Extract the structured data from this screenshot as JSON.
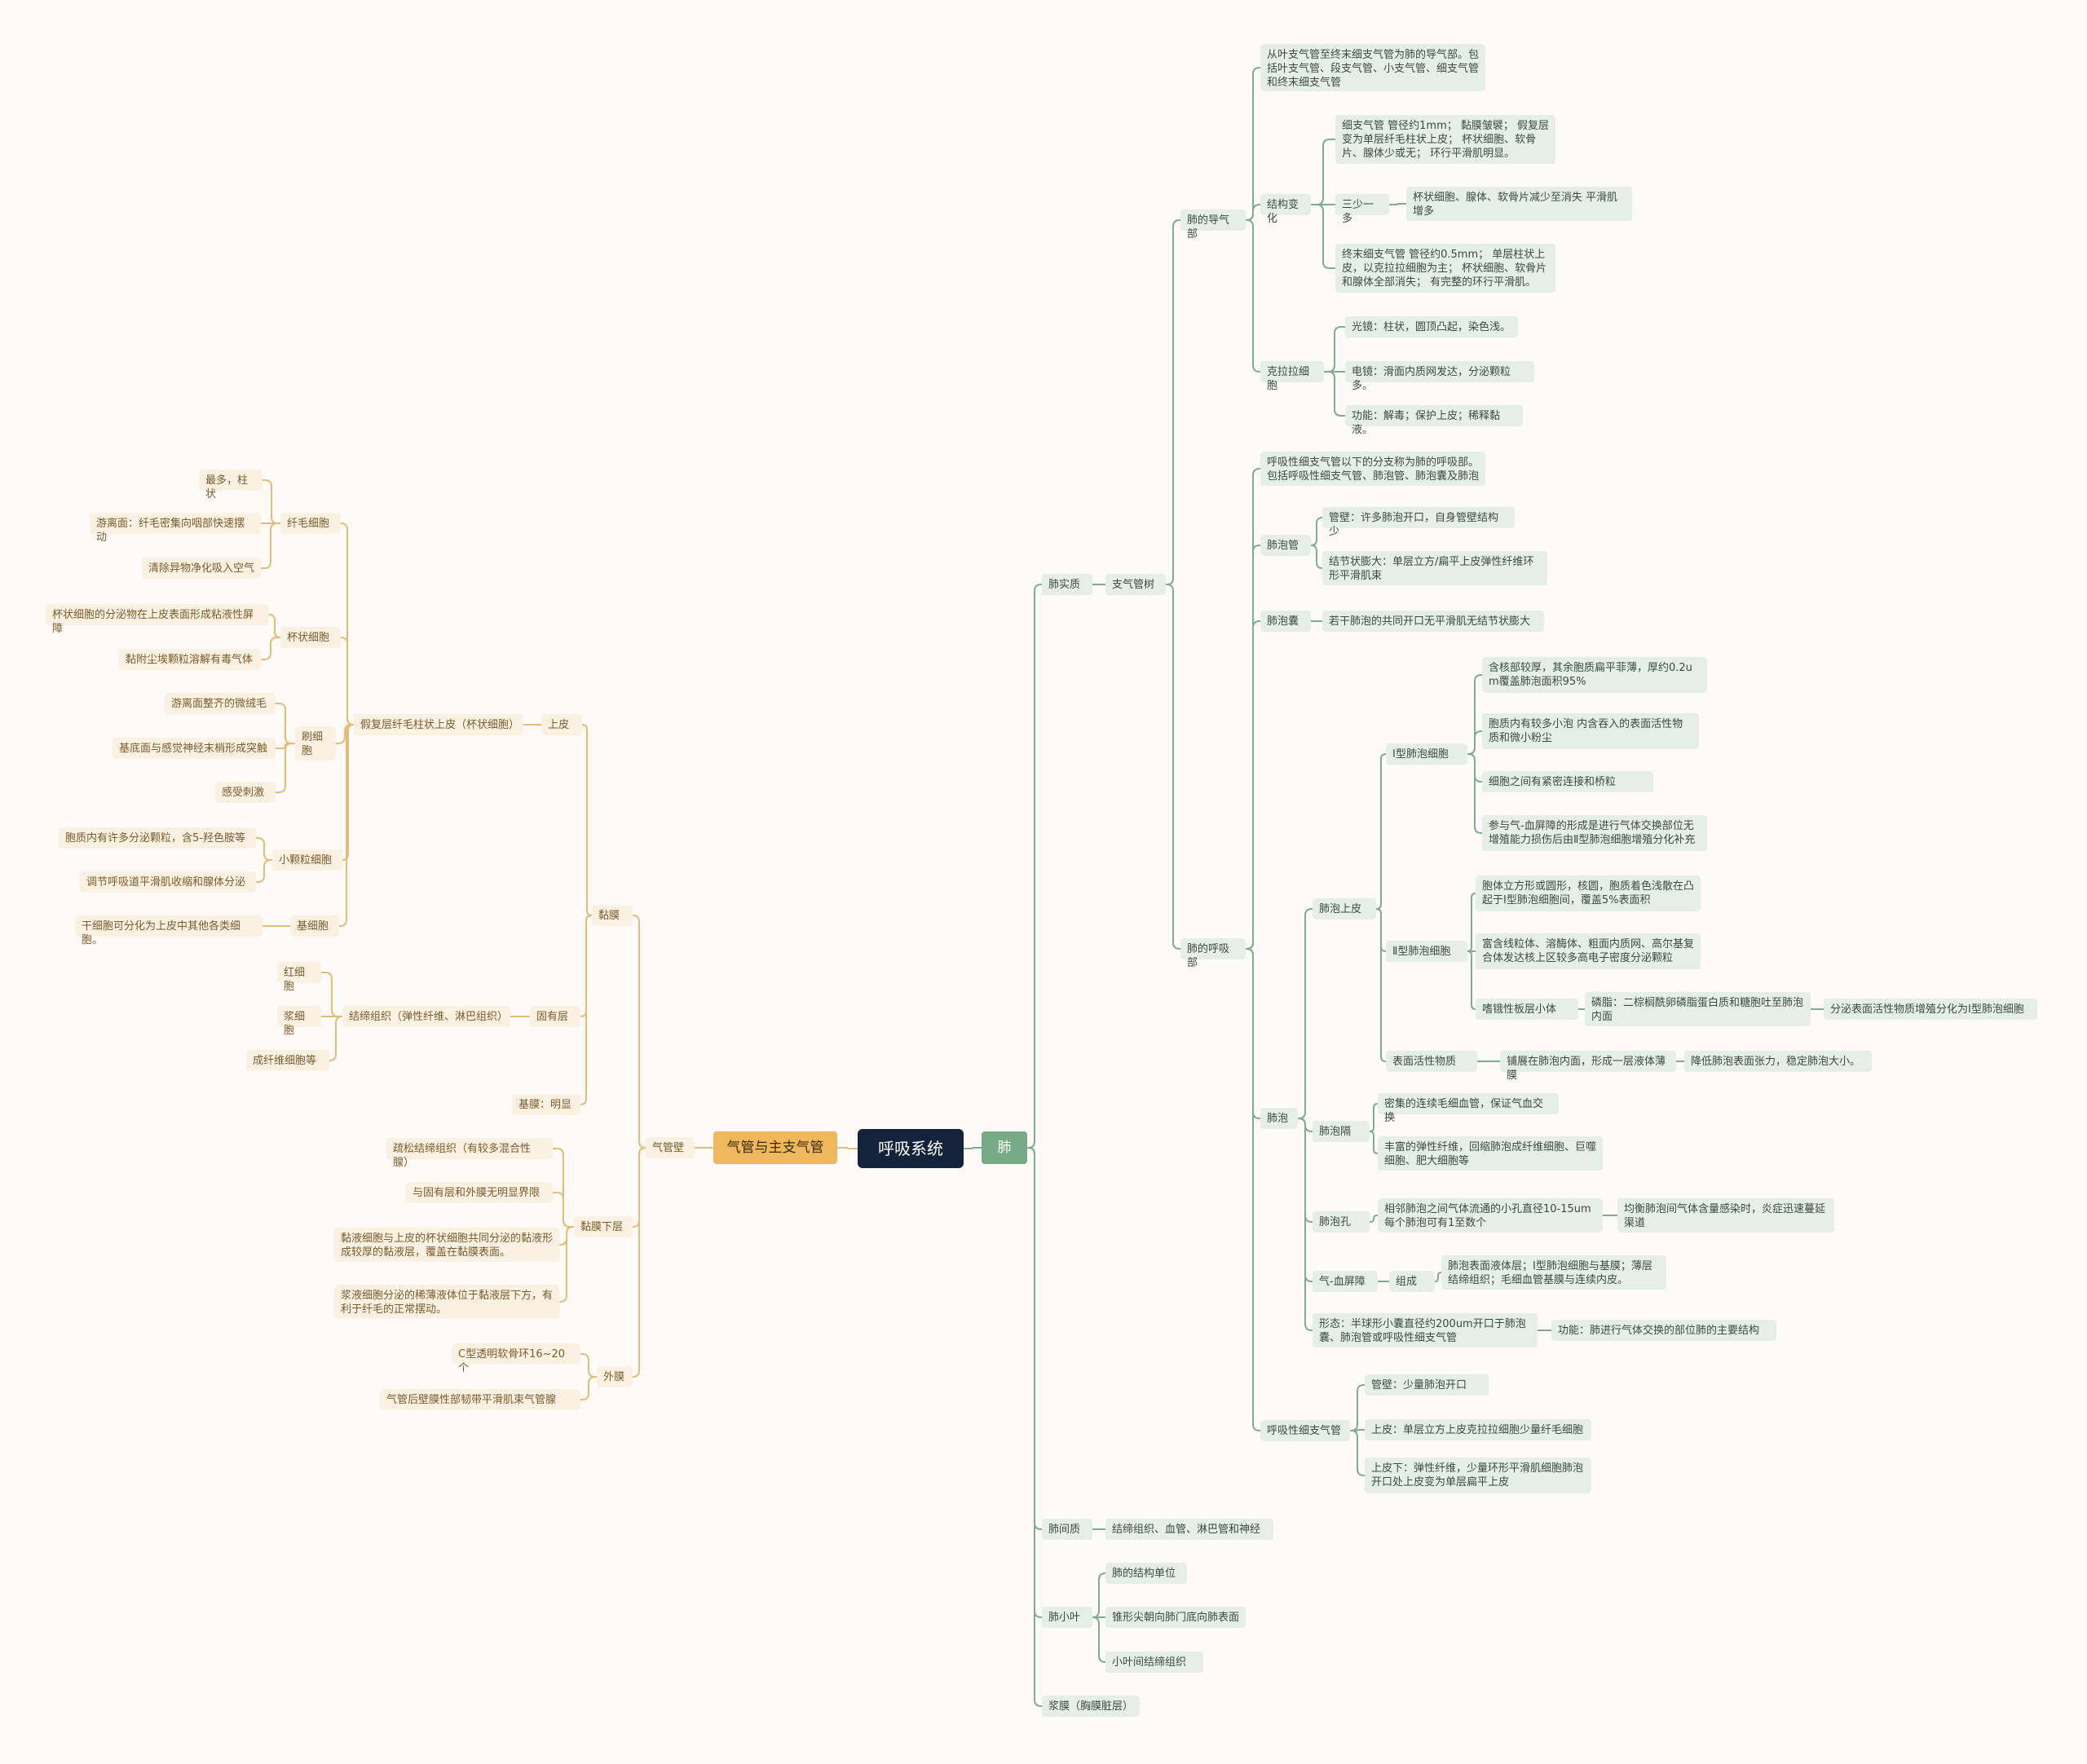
{
  "colors": {
    "background": "#fdfaf8",
    "root": "#142339",
    "lung_branch": "#76a985",
    "trachea_branch": "#f0b85c",
    "green_node": "#e5efe7",
    "yellow_node": "#fbf1e2",
    "green_line": "#7fae8c",
    "yellow_line": "#e3bd78"
  },
  "root": {
    "id": "root",
    "label": "呼吸系统"
  },
  "lung": {
    "id": "lung",
    "label": "肺",
    "children": [
      {
        "id": "l1",
        "label": "肺实质",
        "children": [
          {
            "id": "l1a",
            "label": "支气管树",
            "children": [
              {
                "id": "d1",
                "label": "肺的导气部",
                "children": [
                  {
                    "id": "d1a",
                    "label": "从叶支气管至终末细支气管为肺的导气部。包括叶支气管、段支气管、小支气管、细支气管和终末细支气管"
                  },
                  {
                    "id": "d1b",
                    "label": "结构变化",
                    "children": [
                      {
                        "id": "d1b1",
                        "label": "细支气管    管径约1mm；  黏膜皱襞；     假复层变为单层纤毛柱状上皮；     杯状细胞、软骨片、腺体少或无；     环行平滑肌明显。"
                      },
                      {
                        "id": "d1b2",
                        "label": "三少一多",
                        "children": [
                          {
                            "id": "d1b2a",
                            "label": "杯状细胞、腺体、软骨片减少至消失 平滑肌增多"
                          }
                        ]
                      },
                      {
                        "id": "d1b3",
                        "label": "终末细支气管   管径约0.5mm；    单层柱状上皮，以克拉拉细胞为主；    杯状细胞、软骨片和腺体全部消失；   有完整的环行平滑肌。"
                      }
                    ]
                  },
                  {
                    "id": "d1c",
                    "label": "克拉拉细胞",
                    "children": [
                      {
                        "id": "d1c1",
                        "label": "光镜：柱状，圆顶凸起，染色浅。"
                      },
                      {
                        "id": "d1c2",
                        "label": "电镜：滑面内质网发达，分泌颗粒多。"
                      },
                      {
                        "id": "d1c3",
                        "label": "功能：解毒；保护上皮；稀释黏液。"
                      }
                    ]
                  }
                ]
              },
              {
                "id": "r1",
                "label": "肺的呼吸部",
                "children": [
                  {
                    "id": "r1a",
                    "label": "呼吸性细支气管以下的分支称为肺的呼吸部。包括呼吸性细支气管、肺泡管、肺泡囊及肺泡"
                  },
                  {
                    "id": "r1b",
                    "label": "肺泡管",
                    "children": [
                      {
                        "id": "r1b1",
                        "label": "管壁：许多肺泡开口，自身管壁结构少"
                      },
                      {
                        "id": "r1b2",
                        "label": "结节状膨大：单层立方/扁平上皮弹性纤维环形平滑肌束"
                      }
                    ]
                  },
                  {
                    "id": "r1c",
                    "label": "肺泡囊",
                    "children": [
                      {
                        "id": "r1c1",
                        "label": "若干肺泡的共同开口无平滑肌无结节状膨大"
                      }
                    ]
                  },
                  {
                    "id": "r1d",
                    "label": "肺泡",
                    "children": [
                      {
                        "id": "a1",
                        "label": "肺泡上皮",
                        "children": [
                          {
                            "id": "a1a",
                            "label": "Ⅰ型肺泡细胞",
                            "children": [
                              {
                                "id": "a1a1",
                                "label": "含核部较厚，其余胞质扁平菲薄，厚约0.2um覆盖肺泡面积95%"
                              },
                              {
                                "id": "a1a2",
                                "label": "胞质内有较多小泡  内含吞入的表面活性物质和微小粉尘"
                              },
                              {
                                "id": "a1a3",
                                "label": "细胞之间有紧密连接和桥粒"
                              },
                              {
                                "id": "a1a4",
                                "label": "参与气-血屏障的形成是进行气体交换部位无增殖能力损伤后由Ⅱ型肺泡细胞增殖分化补充"
                              }
                            ]
                          },
                          {
                            "id": "a1b",
                            "label": "Ⅱ型肺泡细胞",
                            "children": [
                              {
                                "id": "a1b1",
                                "label": "胞体立方形或圆形，核圆，胞质着色浅散在凸起于Ⅰ型肺泡细胞间，覆盖5%表面积"
                              },
                              {
                                "id": "a1b2",
                                "label": "富含线粒体、溶酶体、粗面内质网、高尔基复合体发达核上区较多高电子密度分泌颗粒"
                              },
                              {
                                "id": "a1b3",
                                "label": "嗜锇性板层小体",
                                "children": [
                                  {
                                    "id": "a1b3a",
                                    "label": "磷脂：二棕榈酰卵磷脂蛋白质和糖胞吐至肺泡内面",
                                    "children": [
                                      {
                                        "id": "a1b3a1",
                                        "label": "分泌表面活性物质增殖分化为Ⅰ型肺泡细胞"
                                      }
                                    ]
                                  }
                                ]
                              }
                            ]
                          },
                          {
                            "id": "a1c",
                            "label": "表面活性物质",
                            "children": [
                              {
                                "id": "a1c1",
                                "label": "铺展在肺泡内面，形成一层液体薄膜",
                                "children": [
                                  {
                                    "id": "a1c1a",
                                    "label": "降低肺泡表面张力，稳定肺泡大小。"
                                  }
                                ]
                              }
                            ]
                          }
                        ]
                      },
                      {
                        "id": "a2",
                        "label": "肺泡隔",
                        "children": [
                          {
                            "id": "a2a",
                            "label": "密集的连续毛细血管，保证气血交换"
                          },
                          {
                            "id": "a2b",
                            "label": "丰富的弹性纤维，回缩肺泡成纤维细胞、巨噬细胞、肥大细胞等"
                          }
                        ]
                      },
                      {
                        "id": "a3",
                        "label": "肺泡孔",
                        "children": [
                          {
                            "id": "a3a",
                            "label": "相邻肺泡之间气体流通的小孔直径10-15um每个肺泡可有1至数个",
                            "children": [
                              {
                                "id": "a3a1",
                                "label": "均衡肺泡间气体含量感染时，炎症迅速蔓延渠道"
                              }
                            ]
                          }
                        ]
                      },
                      {
                        "id": "a4",
                        "label": "气-血屏障",
                        "children": [
                          {
                            "id": "a4a",
                            "label": "组成",
                            "children": [
                              {
                                "id": "a4a1",
                                "label": "肺泡表面液体层；Ⅰ型肺泡细胞与基膜；薄层结缔组织；毛细血管基膜与连续内皮。"
                              }
                            ]
                          }
                        ]
                      },
                      {
                        "id": "a5",
                        "label": "形态：半球形小囊直径约200um开口于肺泡囊、肺泡管或呼吸性细支气管",
                        "children": [
                          {
                            "id": "a5a",
                            "label": "功能：肺进行气体交换的部位肺的主要结构"
                          }
                        ]
                      }
                    ]
                  },
                  {
                    "id": "r1e",
                    "label": "呼吸性细支气管",
                    "children": [
                      {
                        "id": "r1e1",
                        "label": "管壁：少量肺泡开口"
                      },
                      {
                        "id": "r1e2",
                        "label": "上皮：单层立方上皮克拉拉细胞少量纤毛细胞"
                      },
                      {
                        "id": "r1e3",
                        "label": "上皮下：弹性纤维，少量环形平滑肌细胞肺泡开口处上皮变为单层扁平上皮"
                      }
                    ]
                  }
                ]
              }
            ]
          }
        ]
      },
      {
        "id": "l2",
        "label": "肺间质",
        "children": [
          {
            "id": "l2a",
            "label": "结缔组织、血管、淋巴管和神经"
          }
        ]
      },
      {
        "id": "l3",
        "label": "肺小叶",
        "children": [
          {
            "id": "l3a",
            "label": "肺的结构单位"
          },
          {
            "id": "l3b",
            "label": "锥形尖朝向肺门底向肺表面"
          },
          {
            "id": "l3c",
            "label": "小叶间结缔组织"
          }
        ]
      },
      {
        "id": "l4",
        "label": "浆膜（胸膜脏层）"
      }
    ]
  },
  "trachea": {
    "id": "trachea",
    "label": "气管与主支气管",
    "children": [
      {
        "id": "t1",
        "label": "气管壁",
        "children": [
          {
            "id": "t1a",
            "label": "黏膜",
            "children": [
              {
                "id": "t1a1",
                "label": "上皮",
                "children": [
                  {
                    "id": "t1a1a",
                    "label": "假复层纤毛柱状上皮（杯状细胞）",
                    "children": [
                      {
                        "id": "c1",
                        "label": "纤毛细胞",
                        "children": [
                          {
                            "id": "c1a",
                            "label": "最多，柱状"
                          },
                          {
                            "id": "c1b",
                            "label": "游离面：纤毛密集向咽部快速摆动"
                          },
                          {
                            "id": "c1c",
                            "label": "清除异物净化吸入空气"
                          }
                        ]
                      },
                      {
                        "id": "c2",
                        "label": "杯状细胞",
                        "children": [
                          {
                            "id": "c2a",
                            "label": "杯状细胞的分泌物在上皮表面形成粘液性屏障"
                          },
                          {
                            "id": "c2b",
                            "label": "黏附尘埃颗粒溶解有毒气体"
                          }
                        ]
                      },
                      {
                        "id": "c3",
                        "label": "刷细胞",
                        "children": [
                          {
                            "id": "c3a",
                            "label": "游离面整齐的微绒毛"
                          },
                          {
                            "id": "c3b",
                            "label": "基底面与感觉神经末梢形成突触"
                          },
                          {
                            "id": "c3c",
                            "label": "感受刺激"
                          }
                        ]
                      },
                      {
                        "id": "c4",
                        "label": "小颗粒细胞",
                        "children": [
                          {
                            "id": "c4a",
                            "label": "胞质内有许多分泌颗粒，含5-羟色胺等"
                          },
                          {
                            "id": "c4b",
                            "label": "调节呼吸道平滑肌收缩和腺体分泌"
                          }
                        ]
                      },
                      {
                        "id": "c5",
                        "label": "基细胞",
                        "children": [
                          {
                            "id": "c5a",
                            "label": "干细胞可分化为上皮中其他各类细胞。"
                          }
                        ]
                      }
                    ]
                  }
                ]
              },
              {
                "id": "t1a2",
                "label": "固有层",
                "children": [
                  {
                    "id": "t1a2a",
                    "label": "结缔组织（弹性纤维、淋巴组织）",
                    "children": [
                      {
                        "id": "t1a2a1",
                        "label": "红细胞"
                      },
                      {
                        "id": "t1a2a2",
                        "label": "浆细胞"
                      },
                      {
                        "id": "t1a2a3",
                        "label": "成纤维细胞等"
                      }
                    ]
                  }
                ]
              },
              {
                "id": "t1a3",
                "label": "基膜：明显"
              }
            ]
          },
          {
            "id": "t1b",
            "label": "黏膜下层",
            "children": [
              {
                "id": "t1b1",
                "label": "疏松结缔组织（有较多混合性腺）"
              },
              {
                "id": "t1b2",
                "label": "与固有层和外膜无明显界限"
              },
              {
                "id": "t1b3",
                "label": "黏液细胞与上皮的杯状细胞共同分泌的黏液形成较厚的黏液层，覆盖在黏膜表面。"
              },
              {
                "id": "t1b4",
                "label": "浆液细胞分泌的稀薄液体位于黏液层下方，有利于纤毛的正常摆动。"
              }
            ]
          },
          {
            "id": "t1c",
            "label": "外膜",
            "children": [
              {
                "id": "t1c1",
                "label": "C型透明软骨环16~20个"
              },
              {
                "id": "t1c2",
                "label": "气管后壁膜性部韧带平滑肌束气管腺"
              }
            ]
          }
        ]
      }
    ]
  }
}
